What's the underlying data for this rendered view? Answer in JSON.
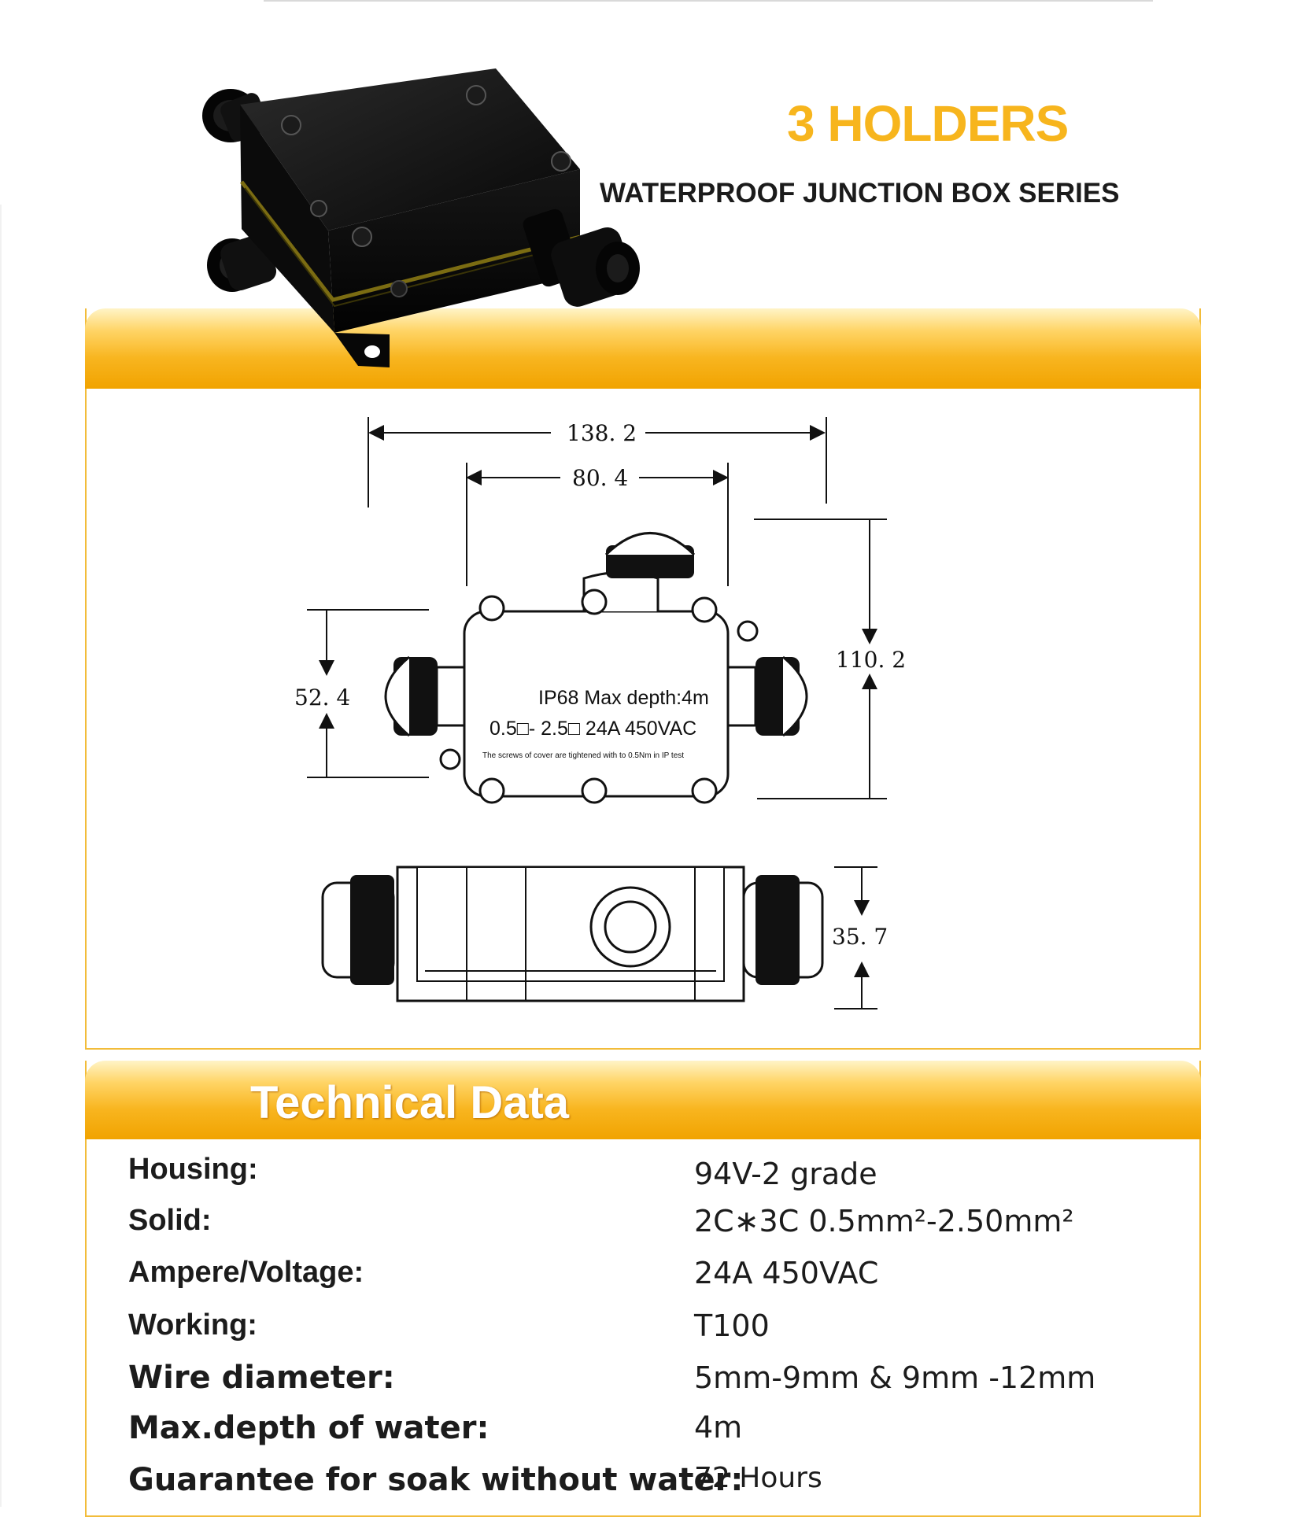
{
  "header": {
    "title": "3 HOLDERS",
    "subtitle": "WATERPROOF JUNCTION BOX SERIES"
  },
  "drawing": {
    "dimensions": {
      "overall_width": "138. 2",
      "body_width": "80. 4",
      "overall_height": "110. 2",
      "body_height": "52. 4",
      "depth": "35. 7"
    },
    "label_line_1": "IP68   Max depth:4m",
    "label_line_2": "0.5□- 2.5□   24A 450VAC",
    "label_note": "The screws of cover are tightened with to 0.5Nm in IP test"
  },
  "technical": {
    "heading": "Technical Data",
    "rows": [
      {
        "label": "Housing:",
        "value": "94V-2 grade"
      },
      {
        "label": "Solid:",
        "value": "2C∗3C  0.5mm²-2.50mm²"
      },
      {
        "label": "Ampere/Voltage:",
        "value": "24A  450VAC"
      },
      {
        "label": "Working:",
        "value": "T100"
      },
      {
        "label": "Wire diameter:",
        "value": "5mm-9mm & 9mm -12mm"
      },
      {
        "label": "Max.depth of water:",
        "value": "4m"
      },
      {
        "label": "Guarantee for soak without water:",
        "value": "72 Hours"
      }
    ]
  },
  "colors": {
    "accent_orange": "#f7b51d",
    "panel_border": "#f2bc3a",
    "text_dark": "#1c1c1c"
  },
  "icons": {
    "product_photo": "junction-box-photo-icon"
  }
}
